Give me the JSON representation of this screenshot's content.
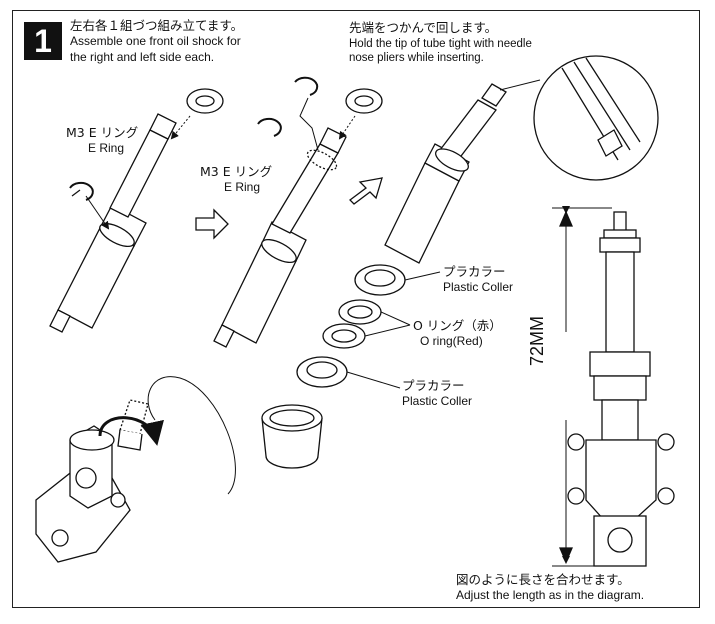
{
  "step": {
    "number": "1",
    "title_jp": "左右各１組づつ組み立てます。",
    "title_en_1": "Assemble one front oil shock for",
    "title_en_2": "the right and left side each."
  },
  "tip_note": {
    "jp": "先端をつかんで回します。",
    "en_1": "Hold the tip of tube tight with needle",
    "en_2": "nose pliers while inserting."
  },
  "labels": {
    "ering_1_jp": "M3 E リング",
    "ering_1_en": "E Ring",
    "ering_2_jp": "M3 E リング",
    "ering_2_en": "E Ring",
    "collar_1_jp": "プラカラー",
    "collar_1_en": "Plastic Coller",
    "oring_jp": "O リング（赤）",
    "oring_en": "O ring(Red)",
    "collar_2_jp": "プラカラー",
    "collar_2_en": "Plastic Coller",
    "length": "72MM",
    "adjust_jp": "図のように長さを合わせます。",
    "adjust_en": "Adjust the length as in the diagram."
  }
}
